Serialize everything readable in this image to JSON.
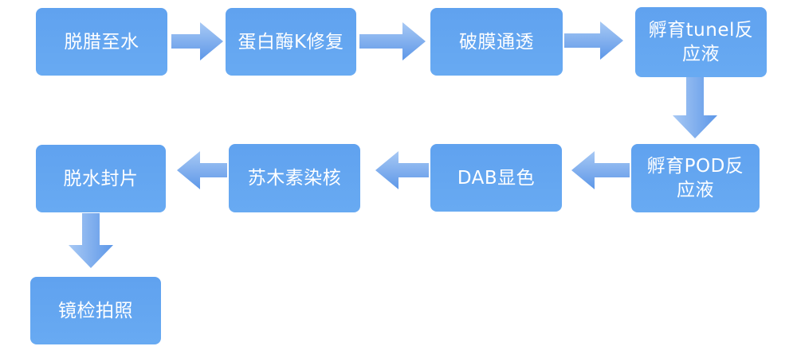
{
  "diagram": {
    "type": "flowchart",
    "nodes": [
      {
        "id": "step-1",
        "label": "脱腊至水"
      },
      {
        "id": "step-2",
        "label": "蛋白酶K修复"
      },
      {
        "id": "step-3",
        "label": "破膜通透"
      },
      {
        "id": "step-4",
        "label": "孵育tunel反\n应液"
      },
      {
        "id": "step-5",
        "label": "孵育POD反\n应液"
      },
      {
        "id": "step-6",
        "label": "DAB显色"
      },
      {
        "id": "step-7",
        "label": "苏木素染核"
      },
      {
        "id": "step-8",
        "label": "脱水封片"
      },
      {
        "id": "step-9",
        "label": "镜检拍照"
      }
    ],
    "edges": [
      {
        "from": "step-1",
        "to": "step-2",
        "direction": "right"
      },
      {
        "from": "step-2",
        "to": "step-3",
        "direction": "right"
      },
      {
        "from": "step-3",
        "to": "step-4",
        "direction": "right"
      },
      {
        "from": "step-4",
        "to": "step-5",
        "direction": "down"
      },
      {
        "from": "step-5",
        "to": "step-6",
        "direction": "left"
      },
      {
        "from": "step-6",
        "to": "step-7",
        "direction": "left"
      },
      {
        "from": "step-7",
        "to": "step-8",
        "direction": "left"
      },
      {
        "from": "step-8",
        "to": "step-9",
        "direction": "down"
      }
    ],
    "colors": {
      "box_fill": "#63A6F0",
      "arrow_gradient_light": "#A8C9F4",
      "arrow_gradient_dark": "#5D97E8",
      "text": "#FFFFFF",
      "background": "#FFFFFF"
    }
  }
}
